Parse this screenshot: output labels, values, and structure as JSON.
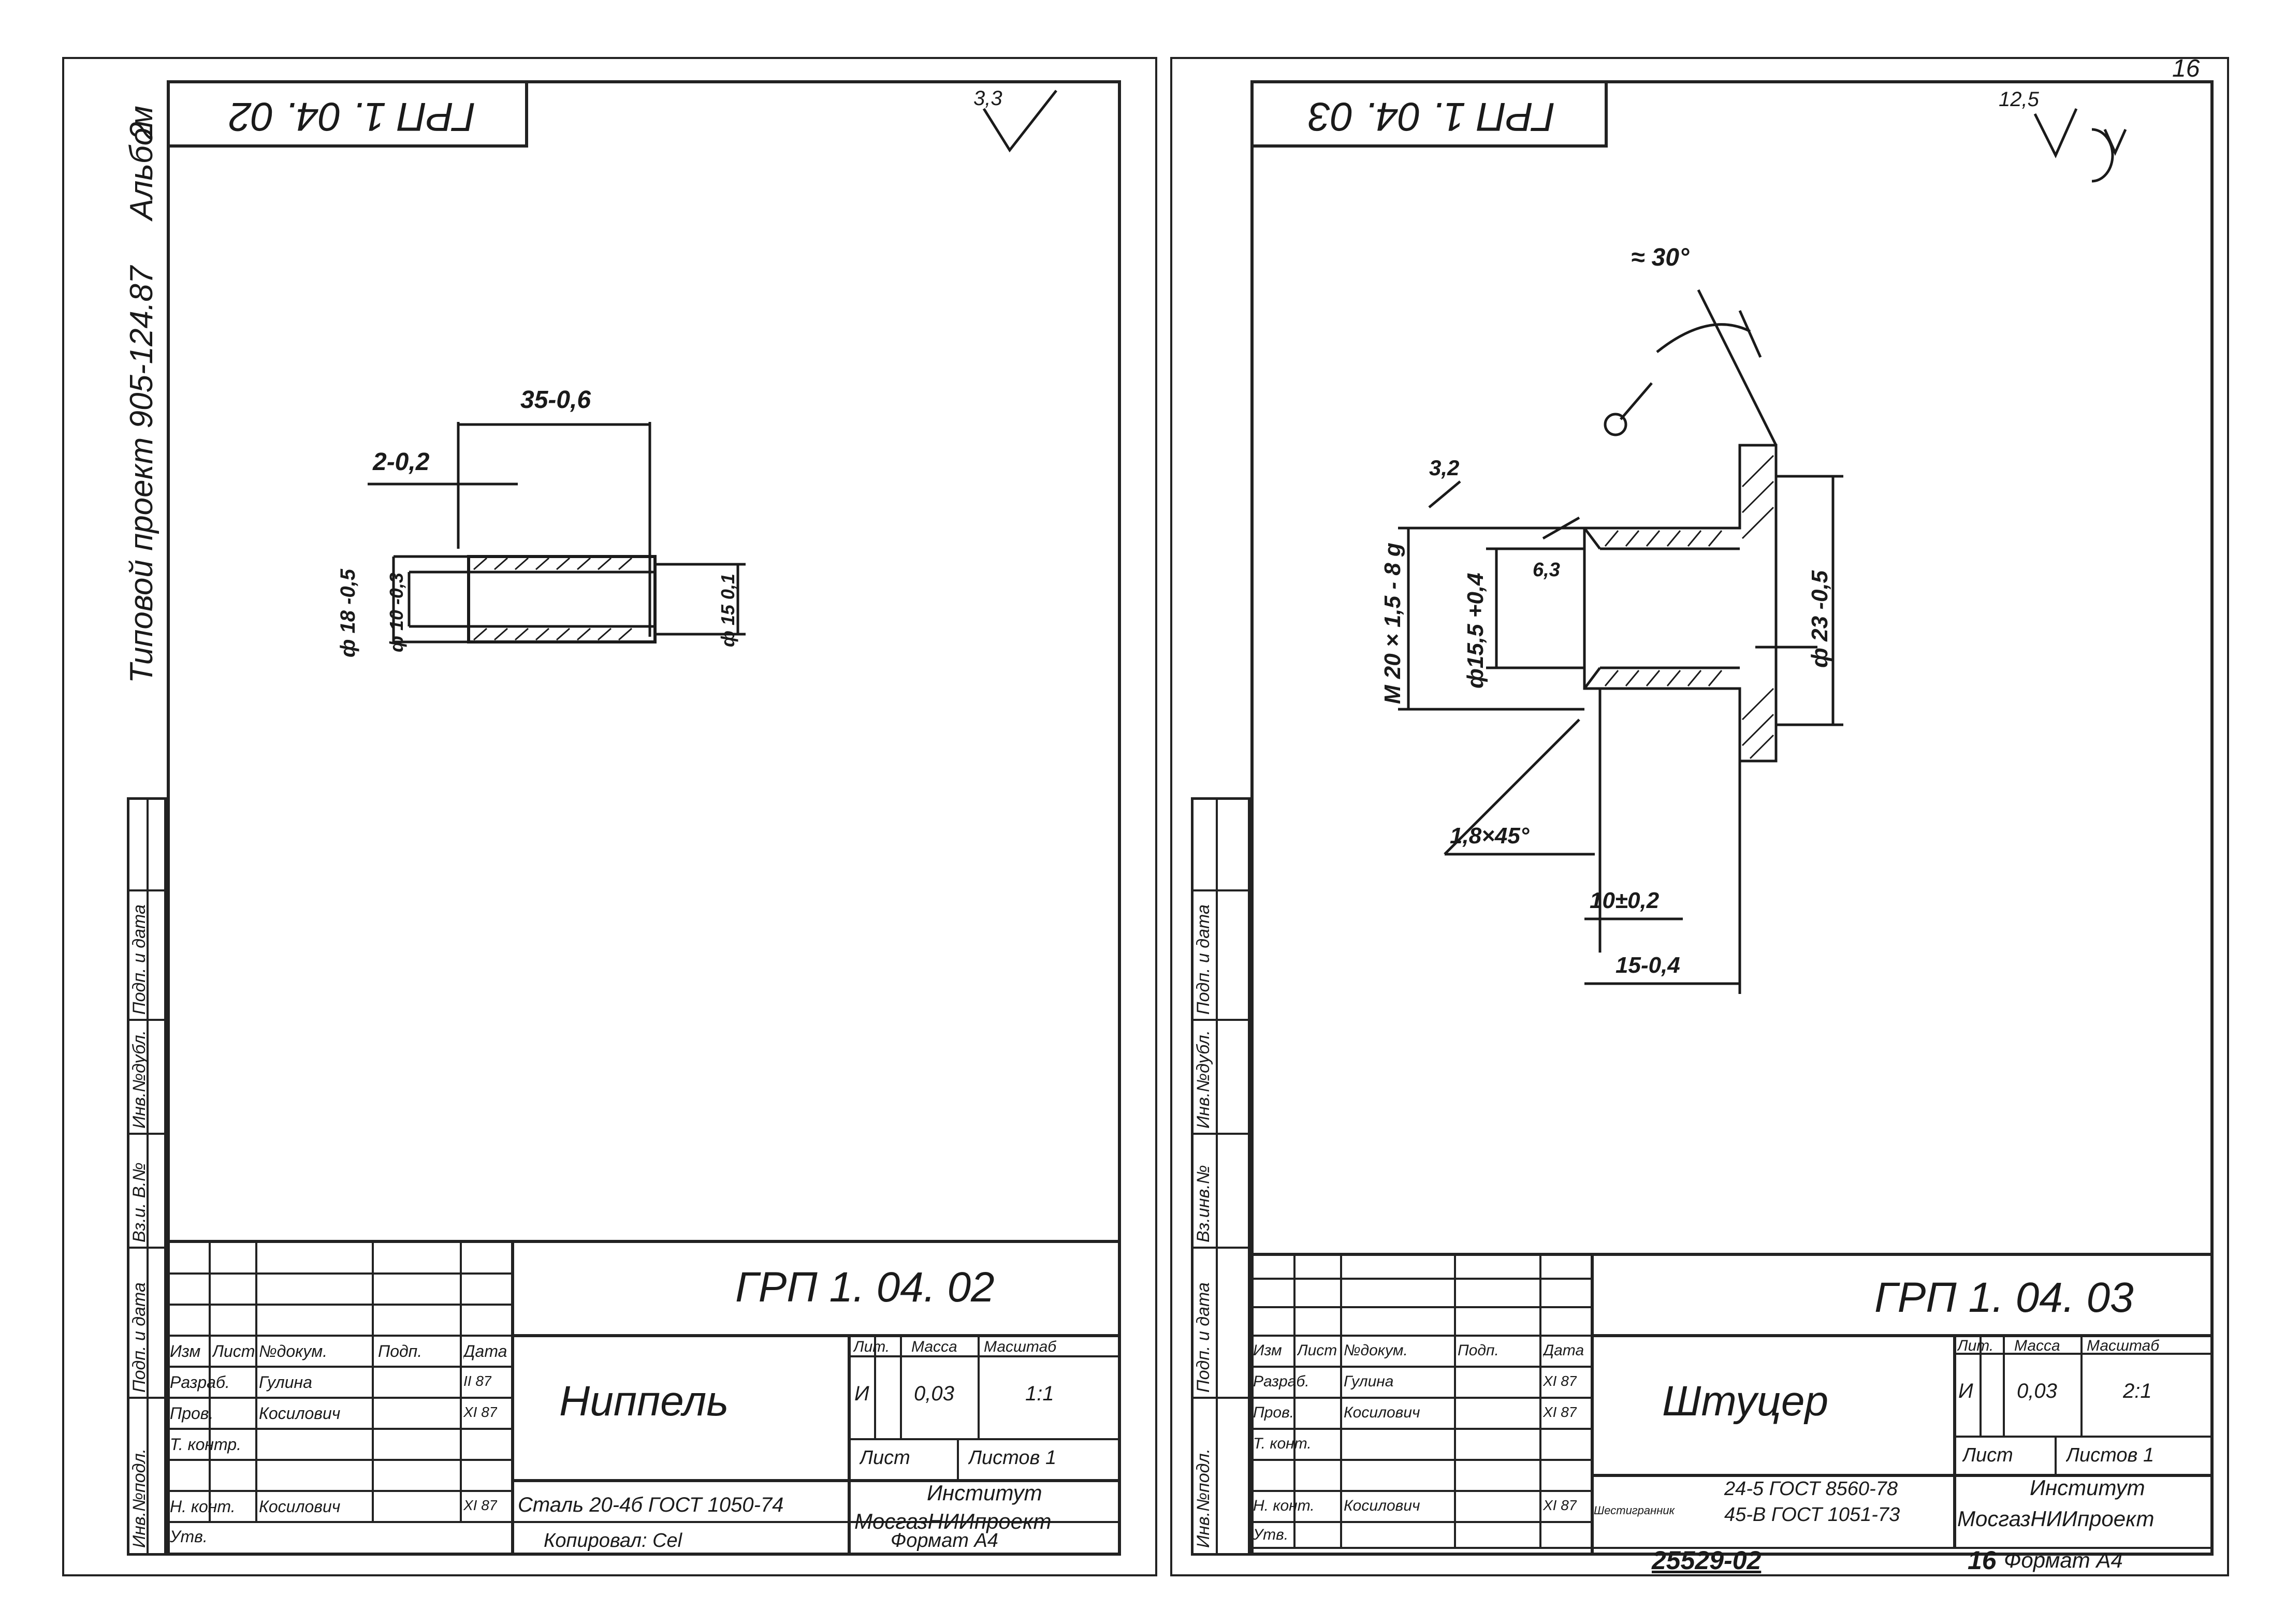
{
  "left": {
    "side_label": "Типовой проект 905-124.87",
    "album_label": "Альбом",
    "album_number": "2",
    "mirrored_code": "ГРП 1. 04. 02",
    "roughness_top": "3,3",
    "dims": {
      "length": "35-0,6",
      "step": "2-0,2",
      "outer_d": "ф 18 -0,5",
      "inner_d": "ф 10 -0,3",
      "right_d": "ф 15 0,1"
    },
    "side_stamp": [
      "Инв.№подл.",
      "Подп. и дата",
      "Вз.и. В.№",
      "Инв.№дубл.",
      "Подп. и дата"
    ],
    "title_block": {
      "code": "ГРП 1. 04. 02",
      "name": "Ниппель",
      "material": "Сталь 20-4б ГОСТ 1050-74",
      "header_labels": [
        "Изм",
        "Лист",
        "№докум.",
        "Подп.",
        "Дата"
      ],
      "roles": [
        "Разраб.",
        "Пров.",
        "Т. контр.",
        "",
        "Н. конт.",
        "Утв."
      ],
      "names": [
        "Гулина",
        "Косилович",
        "",
        "",
        "Косилович",
        ""
      ],
      "dates": [
        "II 87",
        "XI 87",
        "",
        "",
        "XI 87",
        ""
      ],
      "lit_header": [
        "Лит.",
        "Масса",
        "Масштаб"
      ],
      "lit_values": [
        "И",
        "0,03",
        "1:1"
      ],
      "sheet_label": "Лист",
      "sheets_label": "Листов 1",
      "org_line1": "Институт",
      "org_line2": "МосгазНИИпроект"
    },
    "copied": "Копировал: Cel",
    "format": "Формат А4"
  },
  "right": {
    "sheet_number": "16",
    "mirrored_code": "ГРП 1. 04. 03",
    "roughness_top": "12,5",
    "dims": {
      "chamfer_angle": "≈ 30°",
      "rough_a": "3,2",
      "rough_b": "6,3",
      "thread": "М 20 × 1,5 - 8 g",
      "bore": "ф15,5 +0,4",
      "flange_d": "ф 23 -0,5",
      "chamfer": "1,8×45°",
      "len_a": "10±0,2",
      "len_b": "15-0,4"
    },
    "side_stamp": [
      "Инв.№подл.",
      "Подп. и дата",
      "Вз.инв.№",
      "Инв.№дубл.",
      "Подп. и дата"
    ],
    "title_block": {
      "code": "ГРП 1. 04. 03",
      "name": "Штуцер",
      "material_label": "Шестигранник",
      "material_1": "24-5 ГОСТ 8560-78",
      "material_2": "45-В ГОСТ 1051-73",
      "header_labels": [
        "Изм",
        "Лист",
        "№докум.",
        "Подп.",
        "Дата"
      ],
      "roles": [
        "Разраб.",
        "Пров.",
        "Т. конт.",
        "",
        "Н. конт.",
        "Утв."
      ],
      "names": [
        "Гулина",
        "Косилович",
        "",
        "",
        "Косилович",
        ""
      ],
      "dates": [
        "XI 87",
        "XI 87",
        "",
        "",
        "XI 87",
        ""
      ],
      "lit_header": [
        "Лит.",
        "Масса",
        "Масштаб"
      ],
      "lit_values": [
        "И",
        "0,03",
        "2:1"
      ],
      "sheet_label": "Лист",
      "sheets_label": "Листов 1",
      "org_line1": "Институт",
      "org_line2": "МосгазНИИпроект"
    },
    "doc_number": "25529-02",
    "page_number": "16",
    "format": "Формат А4"
  }
}
